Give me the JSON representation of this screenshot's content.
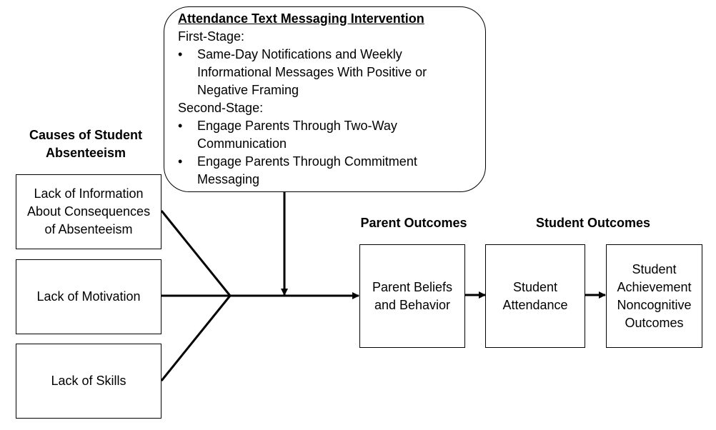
{
  "intervention": {
    "title": "Attendance Text Messaging Intervention",
    "first_stage_label": "First-Stage:",
    "first_stage_items": [
      "Same-Day Notifications and Weekly Informational Messages With Positive or Negative Framing"
    ],
    "second_stage_label": "Second-Stage:",
    "second_stage_items": [
      "Engage Parents Through Two-Way Communication",
      "Engage Parents Through Commitment Messaging"
    ],
    "bullet": "•"
  },
  "causes": {
    "heading_line1": "Causes of Student",
    "heading_line2": "Absenteeism",
    "items": [
      {
        "line1": "Lack of Information",
        "line2": "About Consequences",
        "line3": "of Absenteeism"
      },
      {
        "line1": "Lack of Motivation"
      },
      {
        "line1": "Lack of Skills"
      }
    ]
  },
  "parent_outcomes": {
    "heading": "Parent Outcomes",
    "box_line1": "Parent Beliefs",
    "box_line2": "and Behavior"
  },
  "student_outcomes": {
    "heading": "Student Outcomes",
    "attendance_line1": "Student",
    "attendance_line2": "Attendance",
    "achievement_line1": "Student",
    "achievement_line2": "Achievement",
    "achievement_line3": "Noncognitive",
    "achievement_line4": "Outcomes"
  }
}
